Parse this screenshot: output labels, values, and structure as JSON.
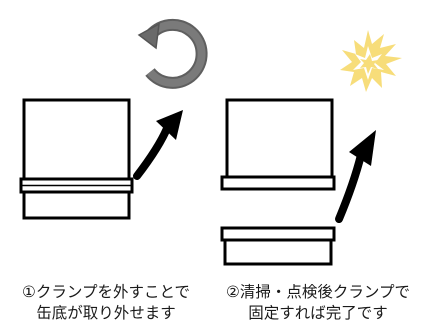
{
  "steps": [
    {
      "line1": "①クランプを外すことで",
      "line2": "缶底が取り外せます",
      "icon": "rotate-arrow-icon"
    },
    {
      "line1": "②清掃・点検後クランプで",
      "line2": "固定すれば完了です",
      "icon": "sparkle-burst-icon"
    }
  ],
  "colors": {
    "outline": "#000000",
    "rotate_arrow": "#666666",
    "sparkle": "#f7dd7a",
    "text": "#1a1a1a"
  }
}
